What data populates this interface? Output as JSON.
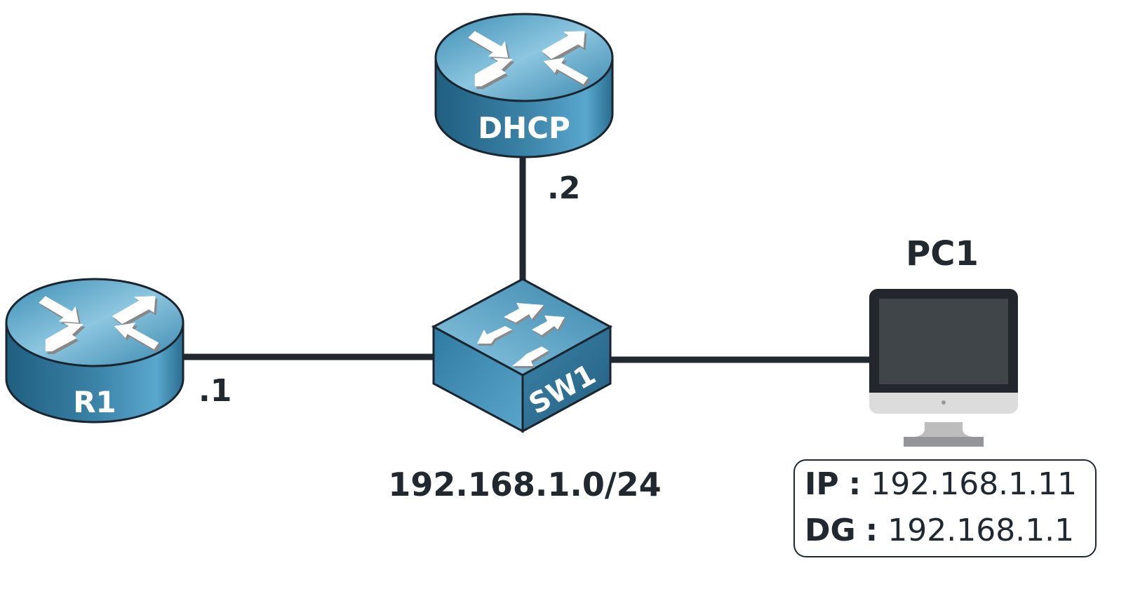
{
  "network": "192.168.1.0/24",
  "devices": {
    "dhcp": {
      "label": "DHCP",
      "type": "router",
      "interface_ip": ".2"
    },
    "r1": {
      "label": "R1",
      "type": "router",
      "interface_ip": ".1"
    },
    "sw1": {
      "label": "SW1",
      "type": "switch"
    },
    "pc1": {
      "label": "PC1",
      "type": "pc"
    }
  },
  "pc1_info": [
    {
      "key": "IP",
      "sep": ":",
      "value": "192.168.1.11"
    },
    {
      "key": "DG",
      "sep": ":",
      "value": "192.168.1.1"
    }
  ],
  "links": [
    {
      "from": "DHCP",
      "to": "SW1"
    },
    {
      "from": "R1",
      "to": "SW1"
    },
    {
      "from": "SW1",
      "to": "PC1"
    }
  ],
  "colors": {
    "line": "#212830",
    "device_blue": "#3f86aa",
    "device_light": "#7dbbd9",
    "text": "#212830"
  }
}
